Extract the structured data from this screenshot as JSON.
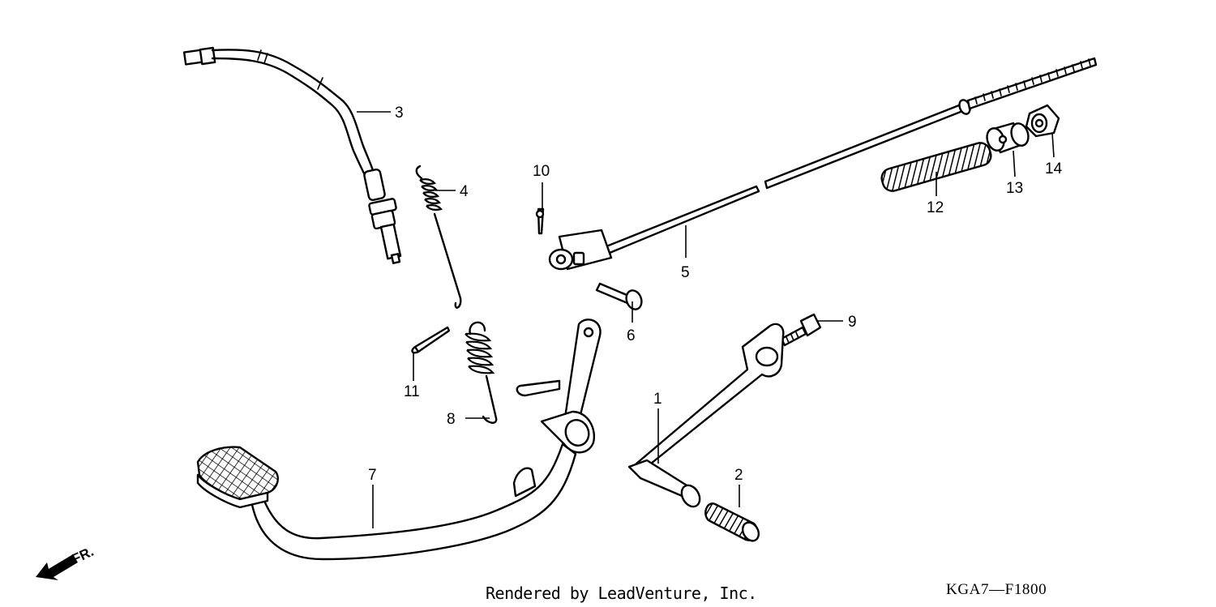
{
  "diagram": {
    "callouts": [
      {
        "id": "1",
        "label": "1"
      },
      {
        "id": "2",
        "label": "2"
      },
      {
        "id": "3",
        "label": "3"
      },
      {
        "id": "4",
        "label": "4"
      },
      {
        "id": "5",
        "label": "5"
      },
      {
        "id": "6",
        "label": "6"
      },
      {
        "id": "7",
        "label": "7"
      },
      {
        "id": "8",
        "label": "8"
      },
      {
        "id": "9",
        "label": "9"
      },
      {
        "id": "10",
        "label": "10"
      },
      {
        "id": "11",
        "label": "11"
      },
      {
        "id": "12",
        "label": "12"
      },
      {
        "id": "13",
        "label": "13"
      },
      {
        "id": "14",
        "label": "14"
      }
    ],
    "direction_label": "FR.",
    "credit": "Rendered by LeadVenture, Inc.",
    "diagram_code": "KGA7—F1800"
  },
  "colors": {
    "ink": "#000000",
    "paper": "#ffffff"
  }
}
